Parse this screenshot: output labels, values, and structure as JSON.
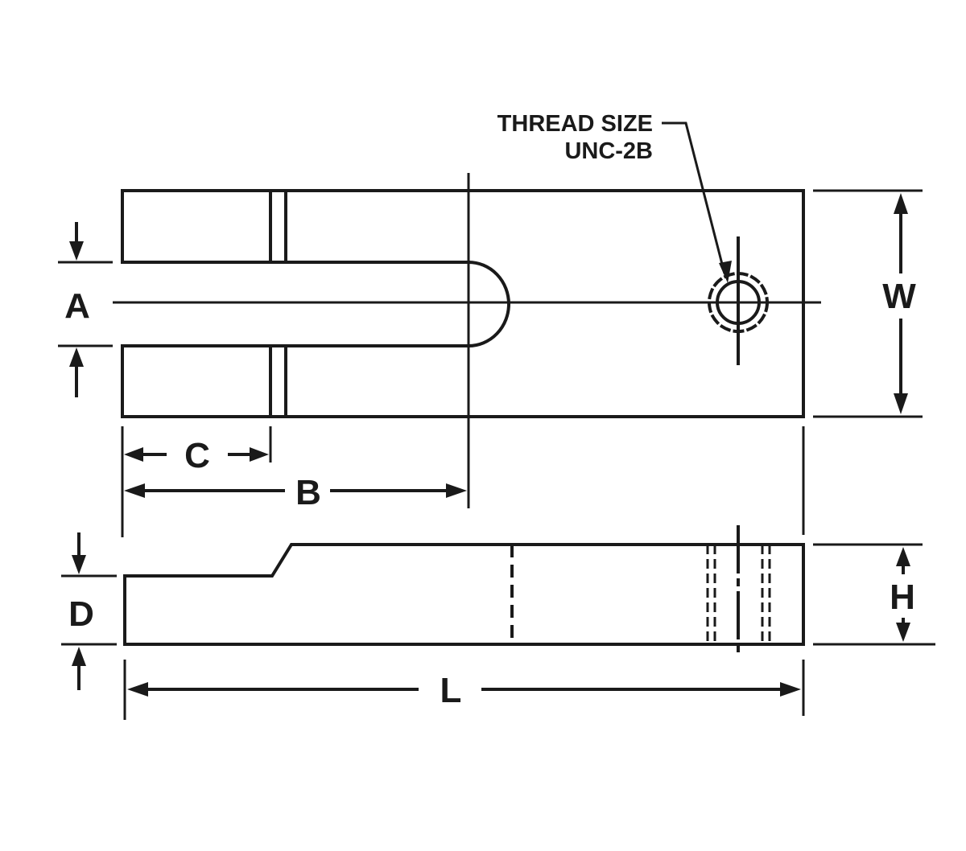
{
  "callout": {
    "line1": "THREAD SIZE",
    "line2": "UNC-2B"
  },
  "dimensions": {
    "A": "A",
    "B": "B",
    "C": "C",
    "D": "D",
    "H": "H",
    "L": "L",
    "W": "W"
  }
}
